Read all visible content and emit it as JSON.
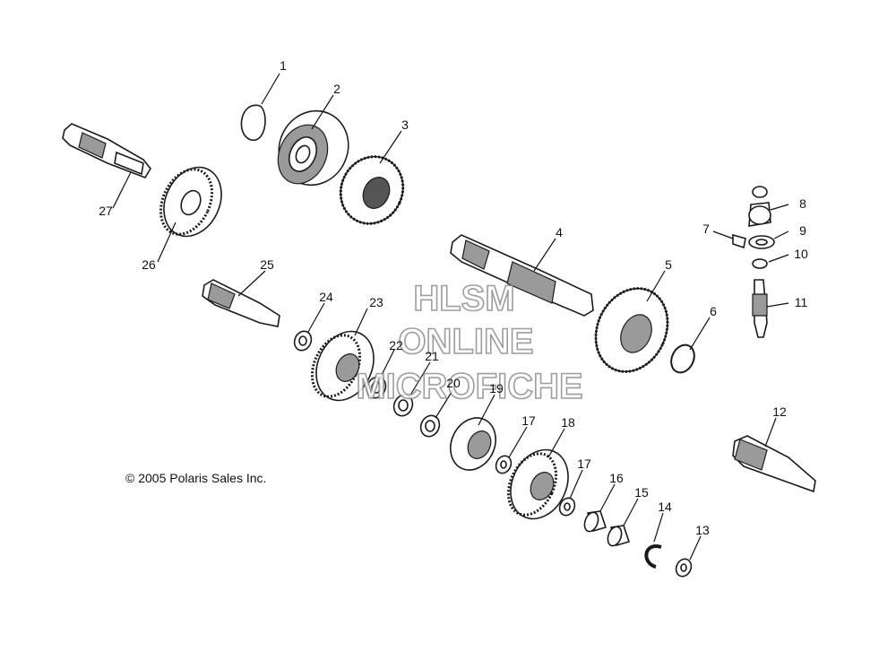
{
  "copyright": "© 2005 Polaris Sales Inc.",
  "watermark": [
    "HLSM",
    "ONLINE",
    "MICROFICHE"
  ],
  "callouts": [
    "1",
    "2",
    "3",
    "4",
    "5",
    "6",
    "7",
    "8",
    "9",
    "10",
    "11",
    "12",
    "13",
    "14",
    "15",
    "16",
    "17",
    "17",
    "18",
    "19",
    "20",
    "21",
    "22",
    "23",
    "24",
    "25",
    "26",
    "27"
  ]
}
